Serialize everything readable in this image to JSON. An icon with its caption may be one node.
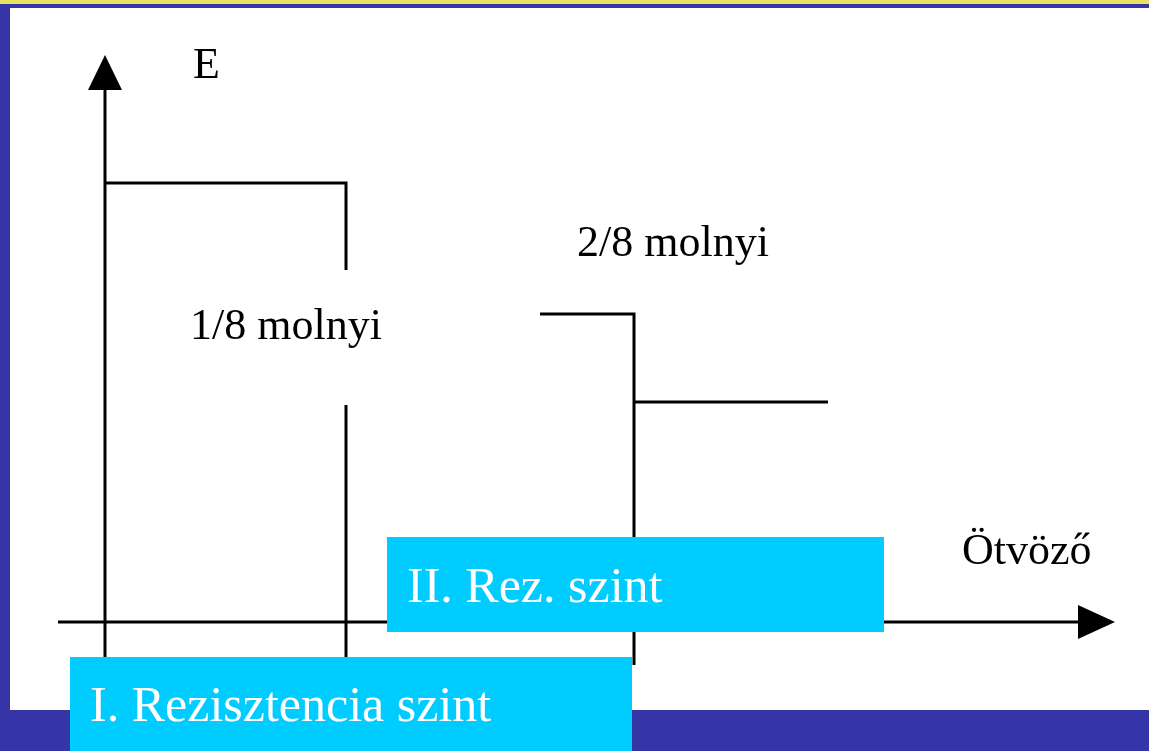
{
  "diagram": {
    "nodes": [
      {
        "text": [
          "II. Rez. szint"
        ]
      },
      {
        "text": [
          "I. Rezisztencia szint"
        ]
      }
    ],
    "labels": [
      "E",
      "2/8 molnyi",
      "1/8 molnyi",
      "Ötvöző"
    ]
  }
}
